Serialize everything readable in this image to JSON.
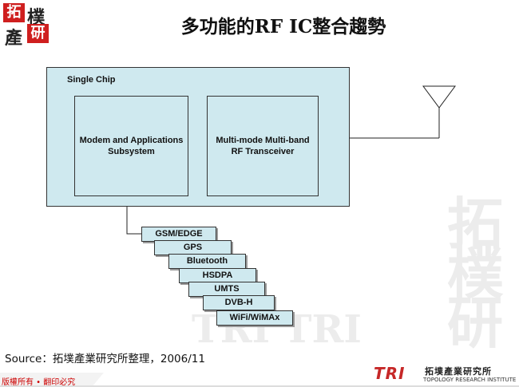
{
  "logo": {
    "char1": "拓",
    "char2": "產",
    "char3": "研",
    "text_top": "樸",
    "text_bottom": "產"
  },
  "title": "多功能的RF IC整合趨勢",
  "diagram": {
    "chip_label": "Single Chip",
    "modem_block": "Modem and Applications\nSubsystem",
    "rf_block": "Multi-mode Multi-band\nRF Transceiver",
    "standards": [
      "GSM/EDGE",
      "GPS",
      "Bluetooth",
      "HSDPA",
      "UMTS",
      "DVB-H",
      "WiFi/WiMAx"
    ]
  },
  "source": "Source：拓墣產業研究所整理，2006/11",
  "footer": {
    "copyright": "版權所有 • 翻印必究",
    "tri_logo_text": "TRI",
    "tri_name": "拓墣產業研究所",
    "tri_english": "TOPOLOGY RESEARCH INSTITUTE"
  },
  "colors": {
    "block_fill": "#cfe9ef",
    "accent_red": "#cf1f1f"
  }
}
